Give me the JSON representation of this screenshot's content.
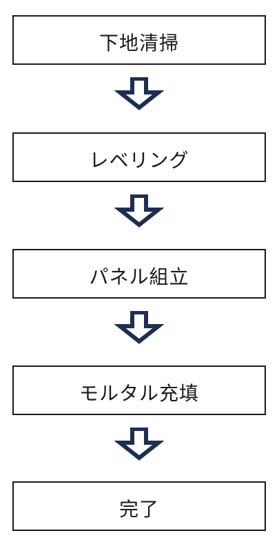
{
  "colors": {
    "box_border": "#1a1a1a",
    "text": "#1a1a1a",
    "arrow_stroke": "#1e2d52",
    "arrow_fill": "#ffffff"
  },
  "steps": [
    {
      "label": "下地清掃"
    },
    {
      "label": "レベリング"
    },
    {
      "label": "パネル組立"
    },
    {
      "label": "モルタル充填"
    },
    {
      "label": "完了"
    }
  ]
}
